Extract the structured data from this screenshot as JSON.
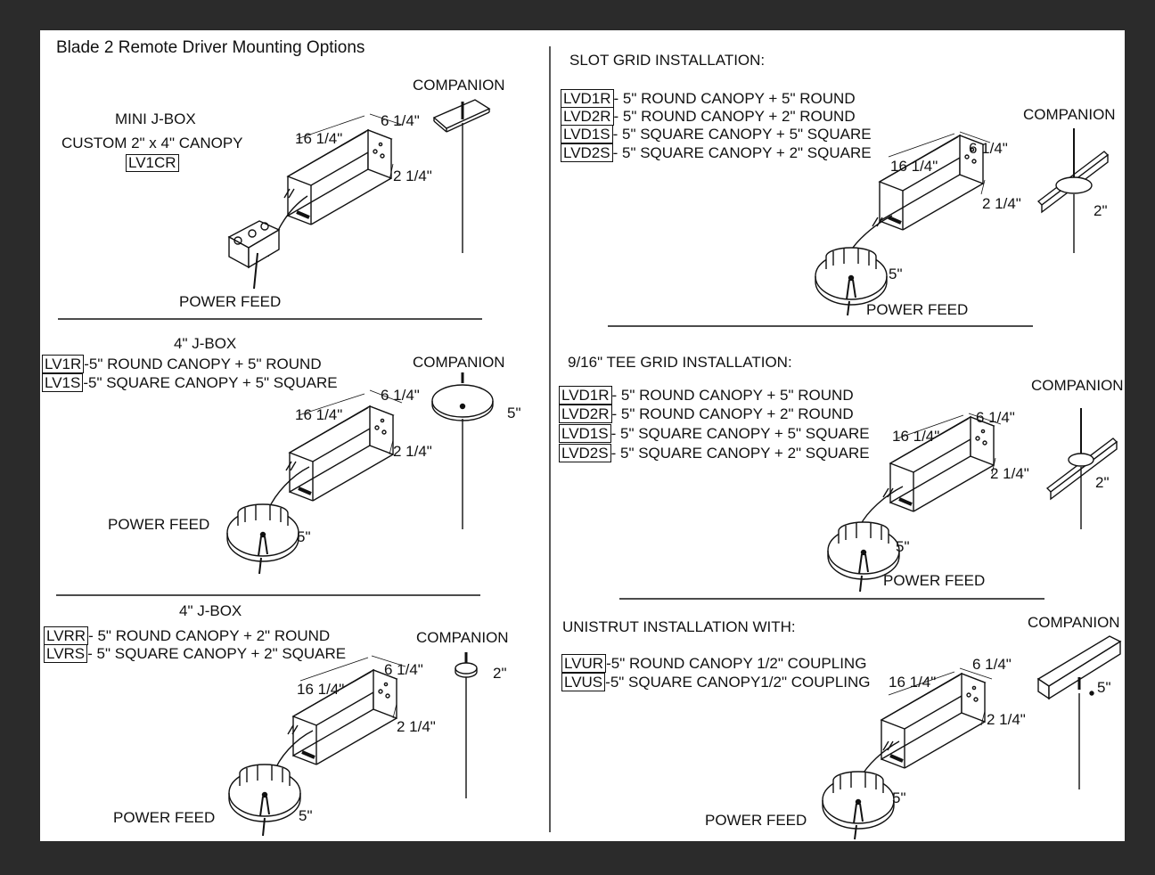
{
  "title": "Blade 2 Remote Driver Mounting Options",
  "dims": {
    "length": "16 1/4\"",
    "width": "6 1/4\"",
    "height": "2 1/4\"",
    "five": "5\"",
    "two": "2\""
  },
  "common": {
    "companion": "COMPANION",
    "power_feed": "POWER FEED"
  },
  "panels": {
    "mini": {
      "heading1": "MINI J-BOX",
      "heading2": "CUSTOM 2\" x 4\" CANOPY",
      "code": "LV1CR"
    },
    "jbox1": {
      "heading": "4\" J-BOX",
      "rows": [
        {
          "code": "LV1R",
          "text": "-5\" ROUND CANOPY + 5\" ROUND"
        },
        {
          "code": "LV1S",
          "text": "-5\" SQUARE CANOPY + 5\" SQUARE"
        }
      ]
    },
    "jbox2": {
      "heading": "4\" J-BOX",
      "rows": [
        {
          "code": "LVRR",
          "text": "- 5\" ROUND CANOPY + 2\" ROUND"
        },
        {
          "code": "LVRS",
          "text": "- 5\" SQUARE CANOPY + 2\" SQUARE"
        }
      ]
    },
    "slot": {
      "heading": "SLOT GRID INSTALLATION:",
      "rows": [
        {
          "code": "LVD1R",
          "text": "- 5\" ROUND CANOPY + 5\" ROUND"
        },
        {
          "code": "LVD2R",
          "text": "- 5\" ROUND CANOPY + 2\" ROUND"
        },
        {
          "code": "LVD1S",
          "text": "- 5\" SQUARE CANOPY + 5\" SQUARE"
        },
        {
          "code": "LVD2S",
          "text": "- 5\" SQUARE CANOPY + 2\" SQUARE"
        }
      ]
    },
    "tee": {
      "heading": "9/16\" TEE GRID INSTALLATION:",
      "rows": [
        {
          "code": "LVD1R",
          "text": "- 5\" ROUND CANOPY + 5\" ROUND"
        },
        {
          "code": "LVD2R",
          "text": "- 5\" ROUND CANOPY + 2\" ROUND"
        },
        {
          "code": "LVD1S",
          "text": "- 5\" SQUARE CANOPY + 5\" SQUARE"
        },
        {
          "code": "LVD2S",
          "text": "- 5\" SQUARE CANOPY + 2\" SQUARE"
        }
      ]
    },
    "unistrut": {
      "heading": "UNISTRUT INSTALLATION WITH:",
      "rows": [
        {
          "code": "LVUR",
          "text": "-5\" ROUND CANOPY 1/2\" COUPLING"
        },
        {
          "code": "LVUS",
          "text": "-5\" SQUARE CANOPY1/2\" COUPLING"
        }
      ]
    }
  }
}
